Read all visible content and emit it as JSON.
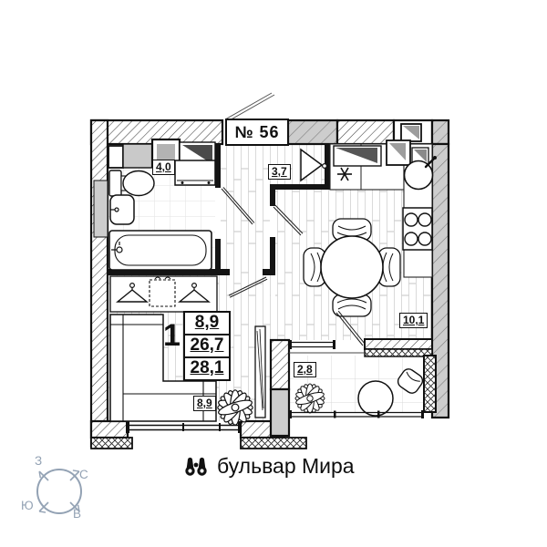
{
  "plan": {
    "apartment_label": "№ 56",
    "summary": {
      "rooms_count": "1",
      "living_area": "8,9",
      "area": "26,7",
      "total_area": "28,1"
    },
    "room_labels": {
      "bathroom": "4,0",
      "hallway": "3,7",
      "kitchen_living": "10,1",
      "room": "8,9",
      "balcony": "2,8"
    }
  },
  "compass": {
    "west": "З",
    "north": "С",
    "south": "Ю",
    "east": "В"
  },
  "street_label": "бульвар Мира",
  "colors": {
    "wall_line": "#111111",
    "shaft_gray": "#cdcdcd",
    "compass": "#93a2b4",
    "background": "#ffffff"
  }
}
